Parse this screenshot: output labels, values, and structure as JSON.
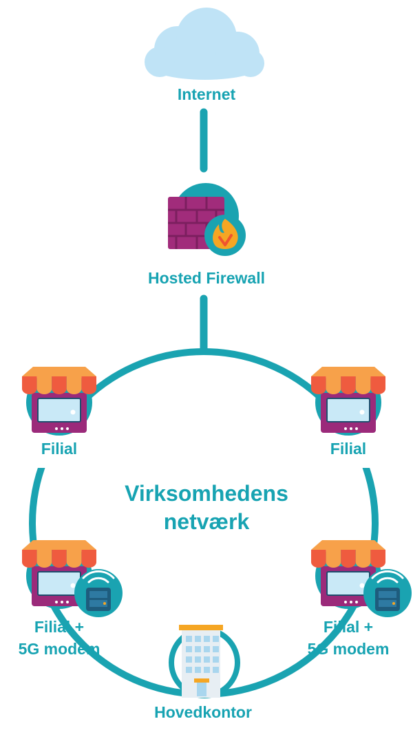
{
  "title": "Virksomhedens netværk",
  "title_lines": [
    "Virksomhedens",
    "netværk"
  ],
  "colors": {
    "teal": "#1aa3b1",
    "teal_dark": "#138d9b",
    "label": "#17a3b2",
    "cloud": "#bfe3f6",
    "brick": "#a12c7b",
    "flame": "#f5a623",
    "awning_orange": "#f7a14a",
    "awning_red": "#ef5b3f",
    "shop_wall": "#9b2a7a",
    "building": "#e7eef3",
    "modem": "#1e5c7d"
  },
  "nodes": {
    "internet": {
      "label": "Internet",
      "icon": "cloud-icon"
    },
    "firewall": {
      "label": "Hosted Firewall",
      "icon": "firewall-icon"
    },
    "branch_left": {
      "label": "Filial",
      "icon": "shop-icon"
    },
    "branch_right": {
      "label": "Filial",
      "icon": "shop-icon"
    },
    "branch5g_left": {
      "label_line1": "Filial +",
      "label_line2": "5G modem",
      "icon": "shop-icon",
      "badge": "router-icon"
    },
    "branch5g_right": {
      "label_line1": "Filial +",
      "label_line2": "5G modem",
      "icon": "shop-icon",
      "badge": "router-icon"
    },
    "hq": {
      "label": "Hovedkontor",
      "icon": "office-building-icon"
    }
  }
}
